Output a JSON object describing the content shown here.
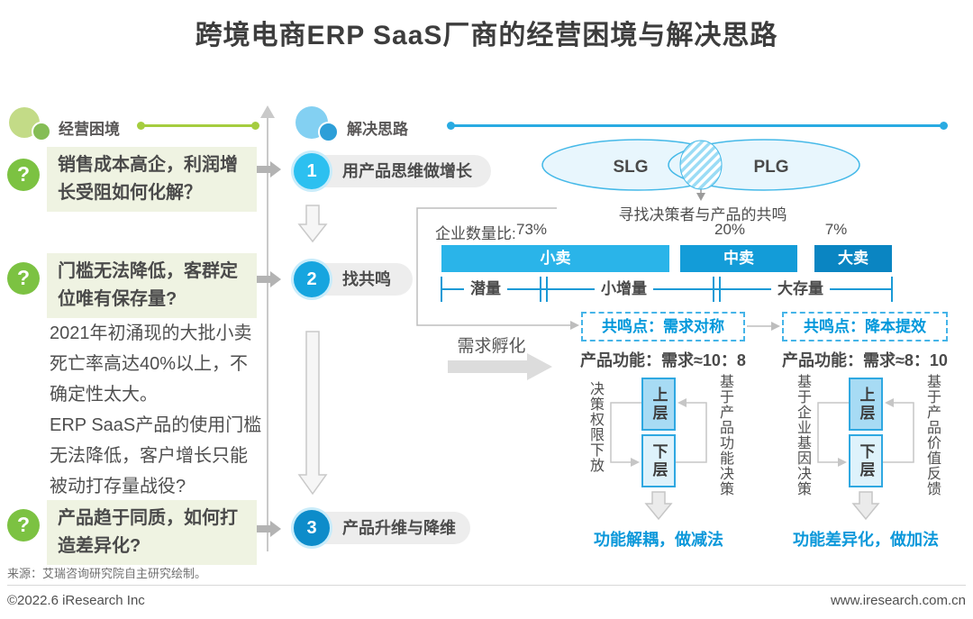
{
  "title": "跨境电商ERP SaaS厂商的经营困境与解决思路",
  "problems": {
    "header": "经营困境",
    "icon_glyph": "?",
    "items": [
      "销售成本高企，利润增长受阻如何化解？",
      "门槛无法降低，客群定位唯有保存量?",
      "产品趋于同质，如何打造差异化?"
    ],
    "note": "2021年初涌现的大批小卖死亡率高达40%以上，不确定性太大。\nERP SaaS产品的使用门槛无法降低，客户增长只能被动打存量战役?",
    "source": "来源：艾瑞咨询研究院自主研究绘制。"
  },
  "solutions": {
    "header": "解决思路",
    "steps": [
      {
        "num": "1",
        "label": "用产品思维做增长"
      },
      {
        "num": "2",
        "label": "找共鸣"
      },
      {
        "num": "3",
        "label": "产品升维与降维"
      }
    ],
    "venn": {
      "left_label": "SLG",
      "right_label": "PLG",
      "caption": "寻找决策者与产品的共鸣"
    },
    "incubation_label": "需求孵化",
    "resonance_points": [
      {
        "title": "共鸣点：需求对称",
        "ratio": "产品功能：需求≈10：8"
      },
      {
        "title": "共鸣点：降本提效",
        "ratio": "产品功能：需求≈8：10"
      }
    ],
    "flows": [
      {
        "top_box": "上层",
        "bottom_box": "下层",
        "left_label": "决策权限下放",
        "right_label": "基于产品功能决策",
        "result": "功能解耦，做减法"
      },
      {
        "top_box": "上层",
        "bottom_box": "下层",
        "left_label": "基于企业基因决策",
        "right_label": "基于产品价值反馈",
        "result": "功能差异化，做加法"
      }
    ]
  },
  "chart_data": {
    "type": "bar",
    "label": "企业数量比:",
    "categories": [
      "小卖",
      "中卖",
      "大卖"
    ],
    "values": [
      73,
      20,
      7
    ],
    "value_labels": [
      "73%",
      "20%",
      "7%"
    ],
    "segments": [
      "潜量",
      "小增量",
      "大存量"
    ],
    "colors": [
      "#2AB4E9",
      "#139CD8",
      "#0A85C2"
    ]
  },
  "footer": {
    "copyright": "©2022.6 iResearch Inc",
    "website": "www.iresearch.com.cn"
  },
  "colors": {
    "accent_green": "#8CC63F",
    "accent_green_light": "#C3DB87",
    "accent_blue": "#29ABE2",
    "question_box_bg": "#EFF3E2",
    "step1": "#2CC0F0",
    "step2": "#16A5DF",
    "step3": "#0D8CCA",
    "resonance_text": "#0098DB"
  }
}
